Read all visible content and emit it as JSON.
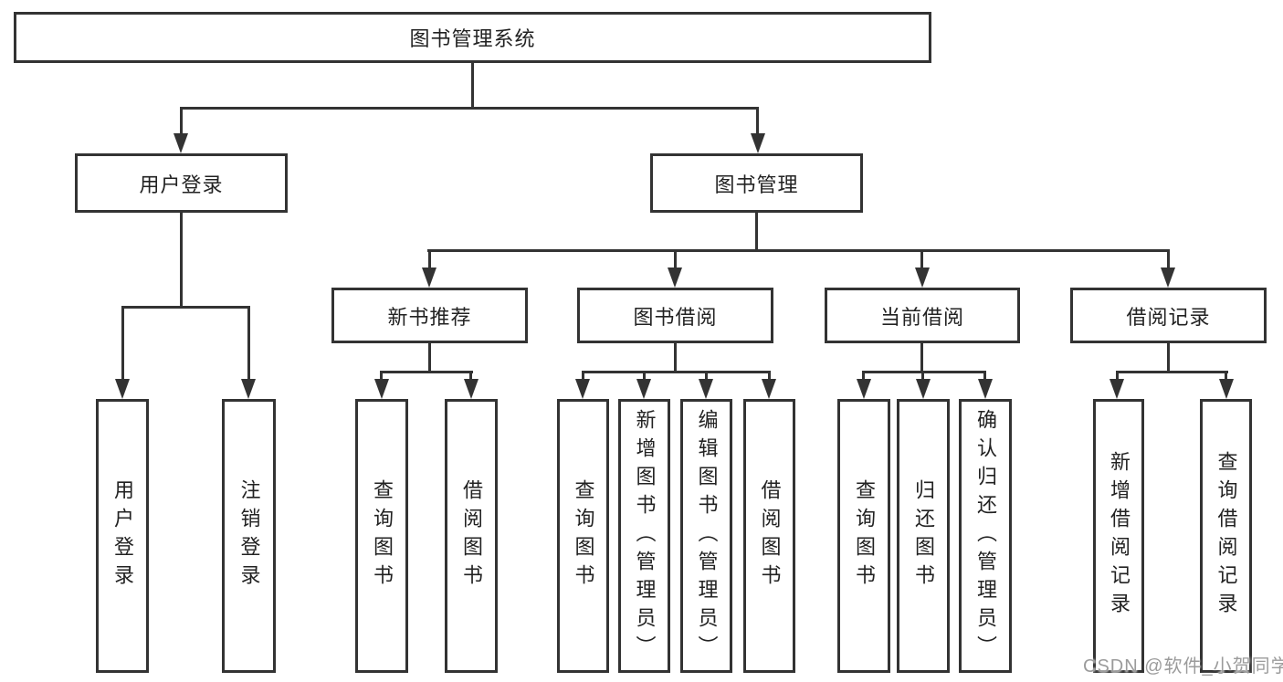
{
  "tree": {
    "label": "图书管理系统",
    "children": [
      {
        "label": "用户登录",
        "children": [
          {
            "label": "用户登录"
          },
          {
            "label": "注销登录"
          }
        ]
      },
      {
        "label": "图书管理",
        "children": [
          {
            "label": "新书推荐",
            "children": [
              {
                "label": "查询图书"
              },
              {
                "label": "借阅图书"
              }
            ]
          },
          {
            "label": "图书借阅",
            "children": [
              {
                "label": "查询图书"
              },
              {
                "label": "新增图书（管理员）"
              },
              {
                "label": "编辑图书（管理员）"
              },
              {
                "label": "借阅图书"
              }
            ]
          },
          {
            "label": "当前借阅",
            "children": [
              {
                "label": "查询图书"
              },
              {
                "label": "归还图书"
              },
              {
                "label": "确认归还（管理员）"
              }
            ]
          },
          {
            "label": "借阅记录",
            "children": [
              {
                "label": "新增借阅记录"
              },
              {
                "label": "查询借阅记录"
              }
            ]
          }
        ]
      }
    ]
  },
  "watermark": {
    "text": "CSDN @软件_小贺同学"
  },
  "colors": {
    "line": "#333333",
    "text": "#222222",
    "watermark": "#9b9b9b",
    "background": "#ffffff"
  }
}
